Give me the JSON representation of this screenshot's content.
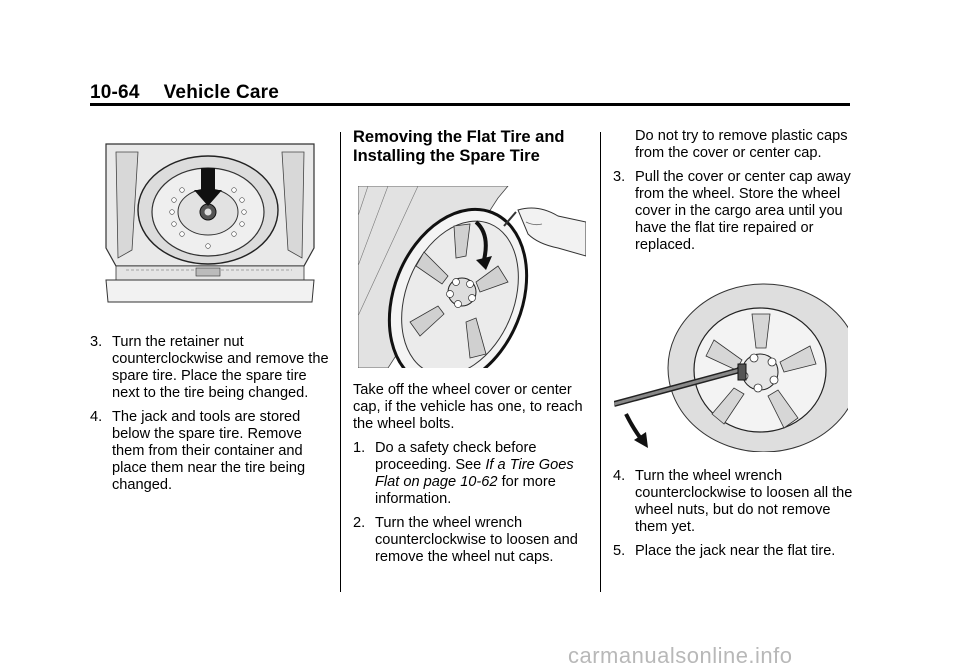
{
  "header": {
    "page_number": "10-64",
    "section": "Vehicle Care"
  },
  "left_column": {
    "items": [
      {
        "number": "3.",
        "text": "Turn the retainer nut counterclockwise and remove the spare tire. Place the spare tire next to the tire being changed."
      },
      {
        "number": "4.",
        "text": "The jack and tools are stored below the spare tire. Remove them from their container and place them near the tire being changed."
      }
    ]
  },
  "middle_column": {
    "heading": "Removing the Flat Tire and Installing the Spare Tire",
    "intro": "Take off the wheel cover or center cap, if the vehicle has one, to reach the wheel bolts.",
    "items": [
      {
        "number": "1.",
        "text_before": "Do a safety check before proceeding. See ",
        "link": "If a Tire Goes Flat on page 10-62",
        "text_after": " for more information."
      },
      {
        "number": "2.",
        "text": "Turn the wheel wrench counterclockwise to loosen and remove the wheel nut caps."
      }
    ]
  },
  "right_column": {
    "continuation": "Do not try to remove plastic caps from the cover or center cap.",
    "item3": {
      "number": "3.",
      "text": "Pull the cover or center cap away from the wheel. Store the wheel cover in the cargo area until you have the flat tire repaired or replaced."
    },
    "items_after": [
      {
        "number": "4.",
        "text": "Turn the wheel wrench counterclockwise to loosen all the wheel nuts, but do not remove them yet."
      },
      {
        "number": "5.",
        "text": "Place the jack near the flat tire."
      }
    ]
  },
  "watermark": "carmanualsonline.info",
  "icons": [
    "trunk-spare-tire-illustration",
    "wheel-cover-removal-illustration",
    "wheel-wrench-illustration"
  ]
}
